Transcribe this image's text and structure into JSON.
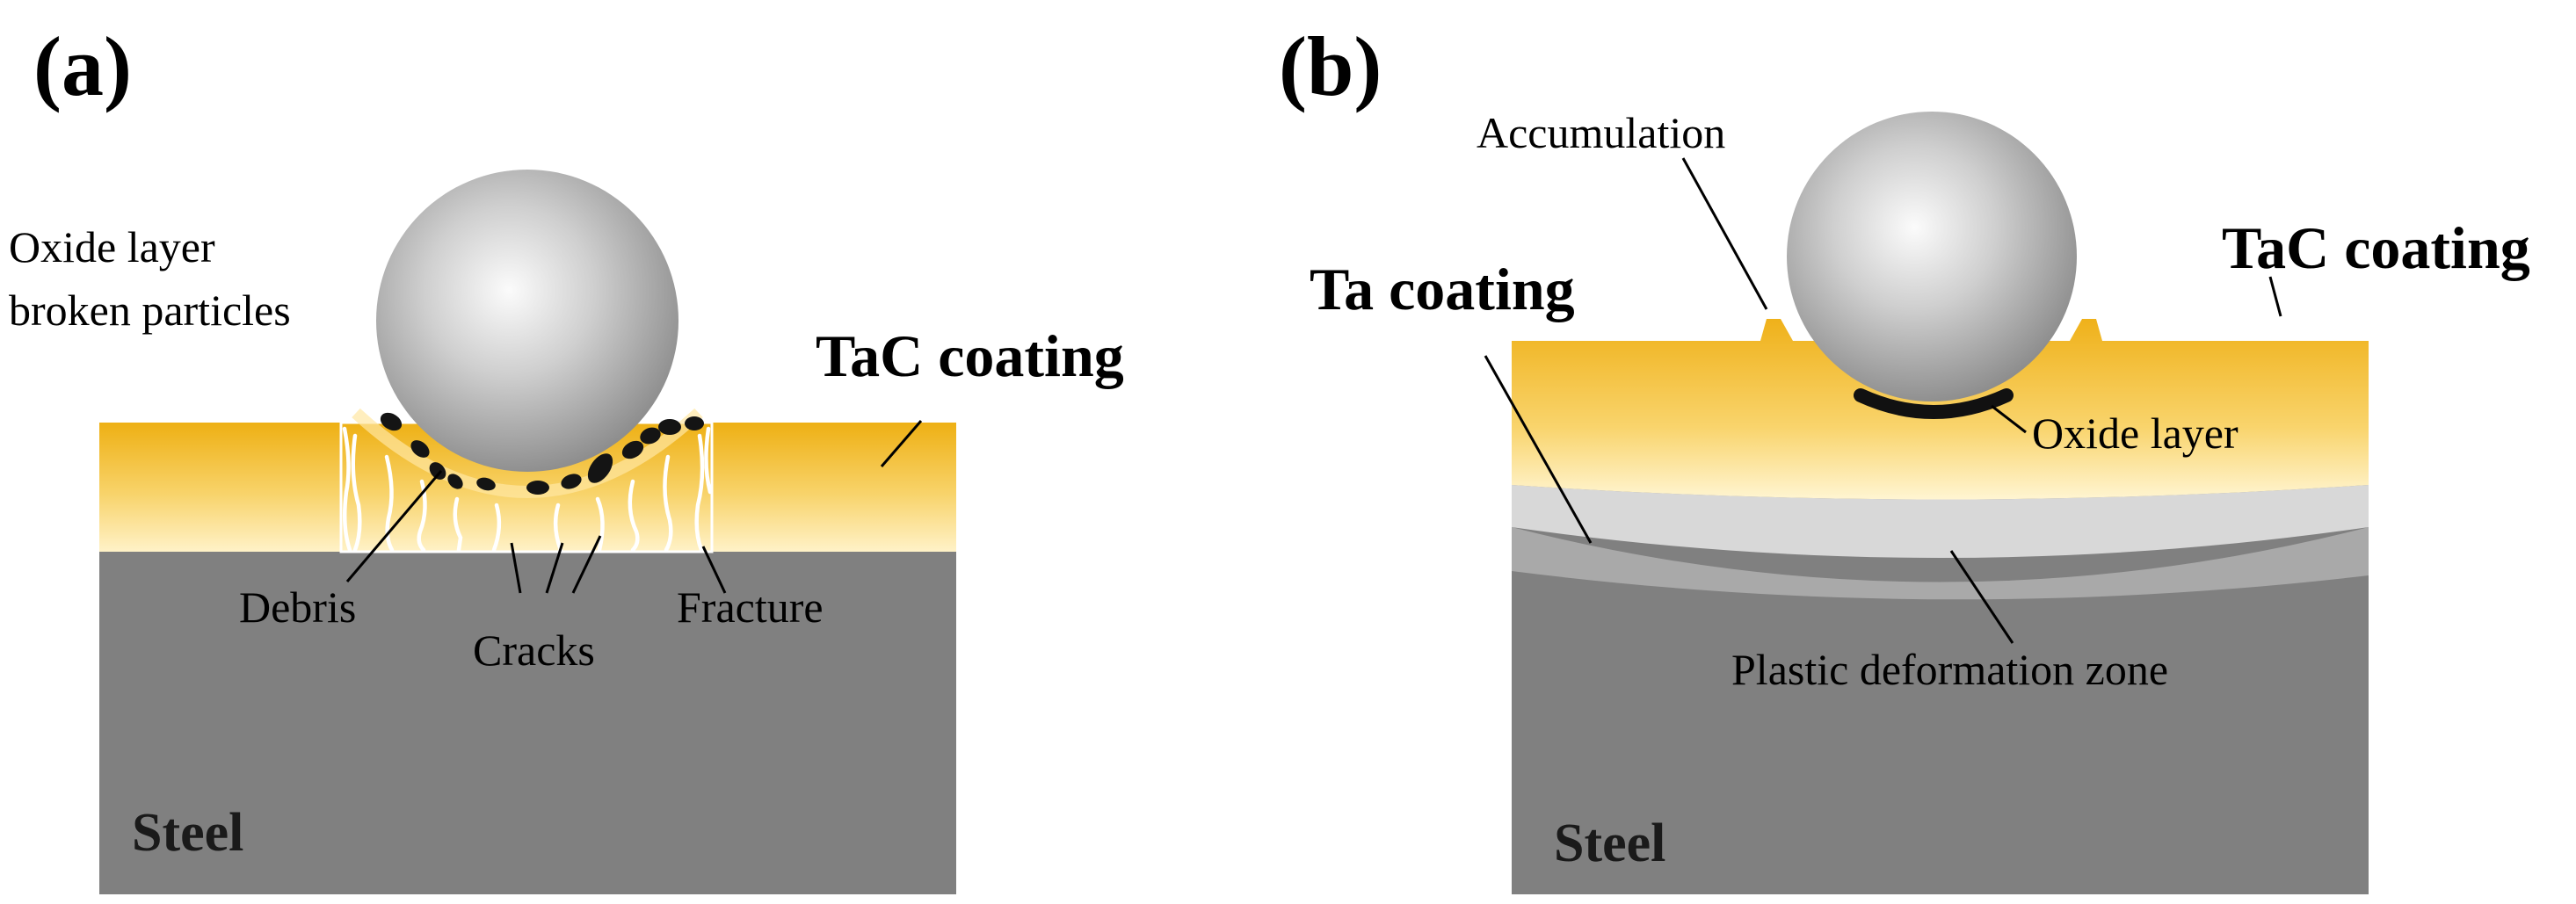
{
  "panel_a": {
    "label": "(a)",
    "coating_label": "TaC coating",
    "substrate_label": "Steel",
    "callouts": {
      "oxide_particles_line1": "Oxide layer",
      "oxide_particles_line2": "broken particles",
      "debris": "Debris",
      "cracks": "Cracks",
      "fracture": "Fracture"
    }
  },
  "panel_b": {
    "label": "(b)",
    "top_coating_label": "TaC coating",
    "interlayer_label": "Ta coating",
    "substrate_label": "Steel",
    "callouts": {
      "accumulation": "Accumulation",
      "oxide_layer": "Oxide layer",
      "plastic_zone": "Plastic deformation zone"
    }
  },
  "colors": {
    "coating_top": "#f0b31c",
    "coating_bottom": "#fff0c0",
    "steel": "#808080",
    "ta_layer": "#d8d8d8",
    "plastic_zone": "#a9a9a9",
    "ball_highlight": "#fafafa",
    "ball_shadow": "#8f8f8f",
    "particle": "#141414"
  }
}
